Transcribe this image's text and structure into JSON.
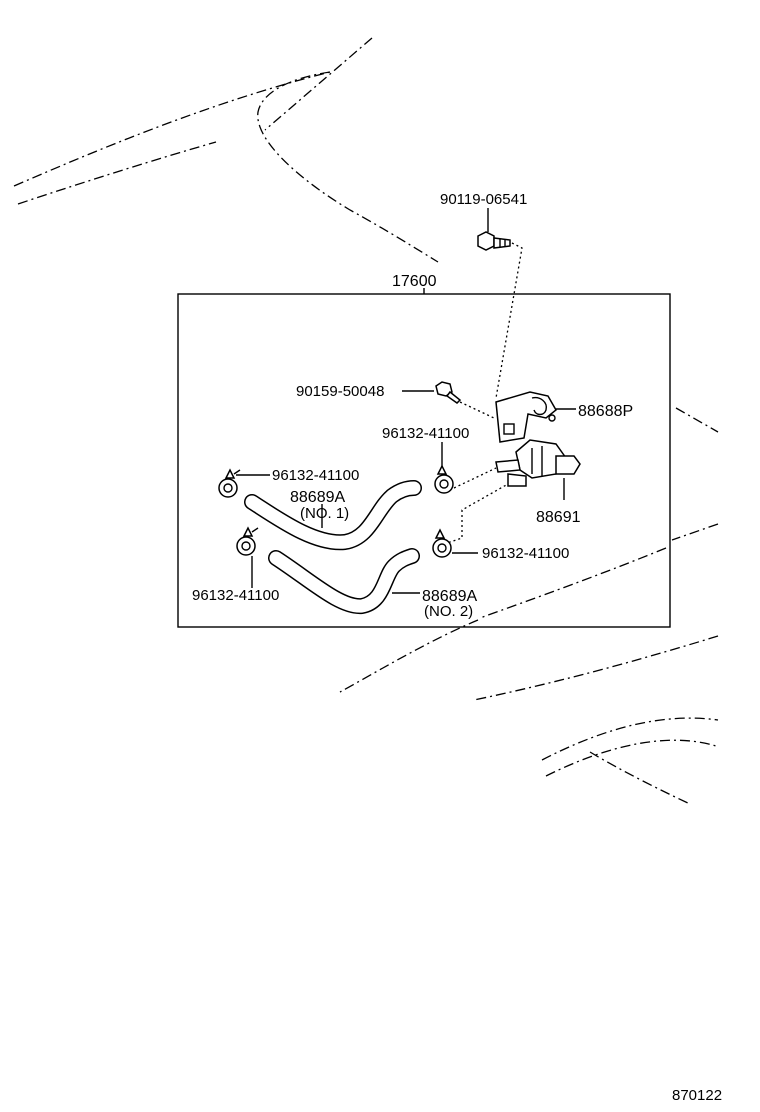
{
  "assembly": {
    "number": "17600"
  },
  "parts": {
    "bolt_top": "90119-06541",
    "bolt_mid": "90159-50048",
    "bracket": "88688P",
    "clamp_a": "96132-41100",
    "clamp_b": "96132-41100",
    "clamp_c": "96132-41100",
    "clamp_d": "96132-41100",
    "valve": "88691",
    "hose_1": "88689A",
    "hose_1_sub": "(NO. 1)",
    "hose_2": "88689A",
    "hose_2_sub": "(NO. 2)"
  },
  "footer": {
    "code": "870122"
  }
}
